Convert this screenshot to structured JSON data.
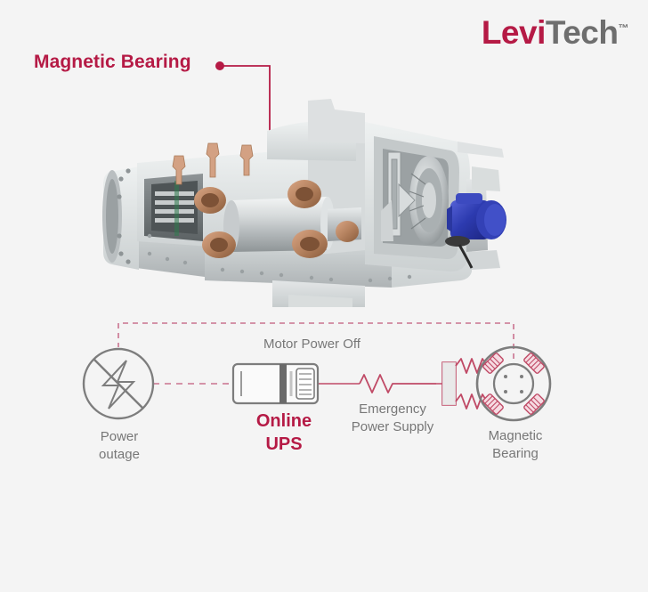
{
  "page": {
    "background_color": "#f4f4f4",
    "accent_color": "#b51a45",
    "muted_color": "#777777",
    "outline_color": "#7a7a7a"
  },
  "logo": {
    "part1": "Levi",
    "part2": "Tech",
    "trademark": "™",
    "part1_color": "#b51a45",
    "part2_color": "#6e6e6e"
  },
  "callout": {
    "label": "Magnetic Bearing",
    "color": "#b51a45"
  },
  "product_image": {
    "alt": "Cutaway view of magnetic-bearing centrifugal compressor",
    "body_color": "#c9cdce",
    "coil_color": "#c08a6a",
    "rotor_color": "#c4c8ca",
    "actuator_color": "#2f3da8"
  },
  "schematic": {
    "type": "diagram",
    "top_link_label": "Motor Power Off",
    "nodes": [
      {
        "id": "power-outage",
        "icon": "power-outage-icon",
        "label_line1": "Power",
        "label_line2": "outage",
        "label_color": "#777777"
      },
      {
        "id": "online-ups",
        "icon": "ups-icon",
        "label_line1": "Online",
        "label_line2": "UPS",
        "label_color": "#b51a45"
      },
      {
        "id": "magnetic-bearing",
        "icon": "magnetic-bearing-icon",
        "label_line1": "Magnetic",
        "label_line2": "Bearing",
        "label_color": "#777777"
      }
    ],
    "links": [
      {
        "id": "outage-to-ups",
        "style": "dashed",
        "label": ""
      },
      {
        "id": "ups-to-bearing",
        "style": "solid-with-resistor",
        "label_line1": "Emergency",
        "label_line2": "Power Supply"
      },
      {
        "id": "bearing-to-outage-top",
        "style": "dashed",
        "label": "Motor Power Off"
      }
    ]
  }
}
